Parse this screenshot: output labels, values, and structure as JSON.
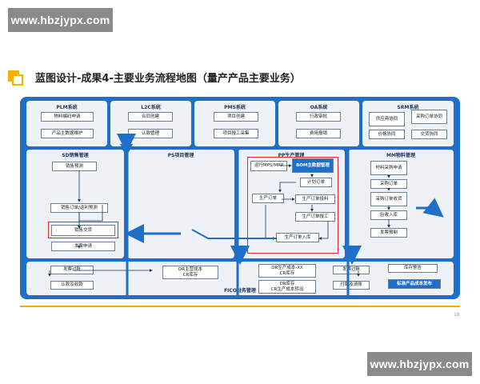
{
  "watermark": {
    "top": "www.hbzjypx.com",
    "bottom": "www.hbzjypx.com"
  },
  "title": "蓝图设计-成果4-主要业务流程地图（量产产品主要业务）",
  "systems": [
    {
      "name": "PLM系统",
      "items": [
        "物料编码申请",
        "产品主数据维护"
      ]
    },
    {
      "name": "L2C系统",
      "items": [
        "合同创建",
        "认款管理"
      ]
    },
    {
      "name": "PMS系统",
      "items": [
        "项目创建",
        "项目报工采集"
      ]
    },
    {
      "name": "OA系统",
      "items": [
        "行政审批",
        "费用报销"
      ]
    },
    {
      "name": "SRM系统",
      "items": [
        "供应商协同",
        "采购订单协同",
        "价格协同",
        "交货协同"
      ]
    }
  ],
  "sd": {
    "name": "SD销售管理",
    "items": [
      "销售预测",
      "销售订单/返利预测",
      "销售交货",
      "发票申请"
    ]
  },
  "ps": {
    "name": "PS项目管理"
  },
  "pp": {
    "name": "PP生产管理",
    "items": [
      "运行MPS/MRP",
      "BOM主数据管理",
      "计划订单",
      "生产订单",
      "生产订单投料",
      "生产订单报工",
      "生产订单入库"
    ]
  },
  "mm": {
    "name": "MM物料管理",
    "items": [
      "材料采购申请",
      "采购订单",
      "采购订单收货",
      "验收入库",
      "发票预制",
      "库存警告"
    ]
  },
  "fico": {
    "name": "FICO财务管理",
    "items": [
      "发票过账",
      "认款及收款",
      "DR主营成本",
      "CR库存",
      "DR生产成本-XX",
      "CR库存",
      "DR库存",
      "CR生产成本转出",
      "发票过账",
      "付款及清账",
      "标准产品成本发布"
    ]
  },
  "page_number": "18",
  "colors": {
    "frame": "#1d6fc9",
    "accent": "#f6b100",
    "highlight": "#e0282e"
  }
}
